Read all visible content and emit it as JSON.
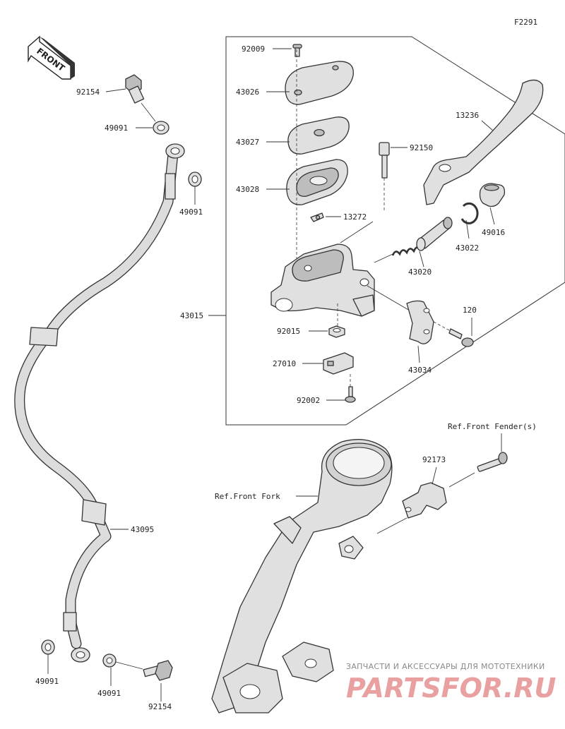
{
  "figure_code": "F2291",
  "front_label": "FRONT",
  "watermark": {
    "line1": "ЗАПЧАСТИ И АКСЕССУАРЫ ДЛЯ МОТОТЕХНИКИ",
    "line2": "PARTSFOR.RU"
  },
  "labels": {
    "p92009": "92009",
    "p43026": "43026",
    "p43027": "43027",
    "p43028": "43028",
    "p13272": "13272",
    "p92150": "92150",
    "p13236": "13236",
    "p49016": "49016",
    "p43022": "43022",
    "p43020": "43020",
    "p43015": "43015",
    "p92015": "92015",
    "p120": "120",
    "p27010": "27010",
    "p43034": "43034",
    "p92002": "92002",
    "p92154_top": "92154",
    "p49091_a": "49091",
    "p49091_b": "49091",
    "p92173": "92173",
    "ref_fender": "Ref.Front Fender(s)",
    "ref_fork": "Ref.Front Fork",
    "p43095": "43095",
    "p49091_c": "49091",
    "p49091_d": "49091",
    "p92154_bottom": "92154"
  }
}
